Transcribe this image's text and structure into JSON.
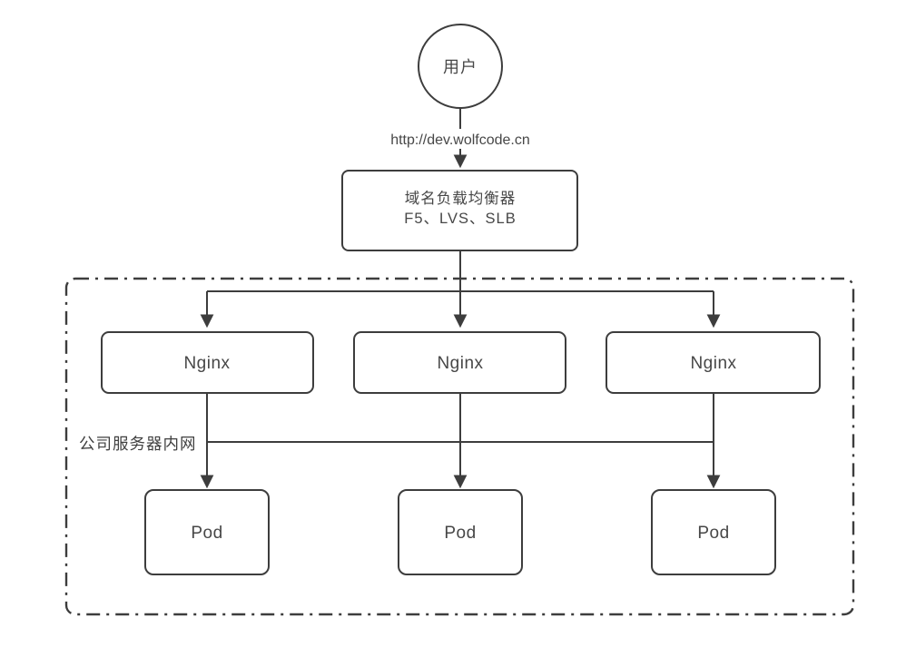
{
  "diagram": {
    "user": {
      "label": "用户"
    },
    "request_url": "http://dev.wolfcode.cn",
    "load_balancer": {
      "title": "域名负载均衡器",
      "products": "F5、LVS、SLB"
    },
    "intranet_zone": {
      "label": "公司服务器内网"
    },
    "nginx_nodes": [
      {
        "label": "Nginx"
      },
      {
        "label": "Nginx"
      },
      {
        "label": "Nginx"
      }
    ],
    "pod_nodes": [
      {
        "label": "Pod"
      },
      {
        "label": "Pod"
      },
      {
        "label": "Pod"
      }
    ],
    "colors": {
      "line": "#3d3d3d",
      "text": "#474747",
      "node_fill": "#ffffff",
      "background": "#ffffff"
    }
  }
}
